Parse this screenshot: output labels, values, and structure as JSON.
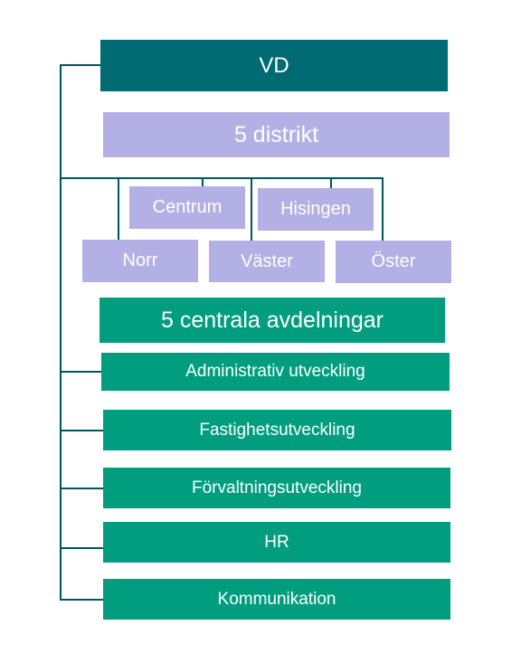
{
  "org": {
    "ceo": "VD",
    "districts_heading": "5 distrikt",
    "districts": [
      "Centrum",
      "Hisingen",
      "Norr",
      "Väster",
      "Öster"
    ],
    "departments_heading": "5 centrala avdelningar",
    "departments": [
      "Administrativ utveckling",
      "Fastighetsutveckling",
      "Förvaltningsutveckling",
      "HR",
      "Kommunikation"
    ]
  },
  "colors": {
    "ceo": "#006b73",
    "districts": "#b3b0e6",
    "departments": "#009e7f",
    "connector": "#00565c"
  }
}
